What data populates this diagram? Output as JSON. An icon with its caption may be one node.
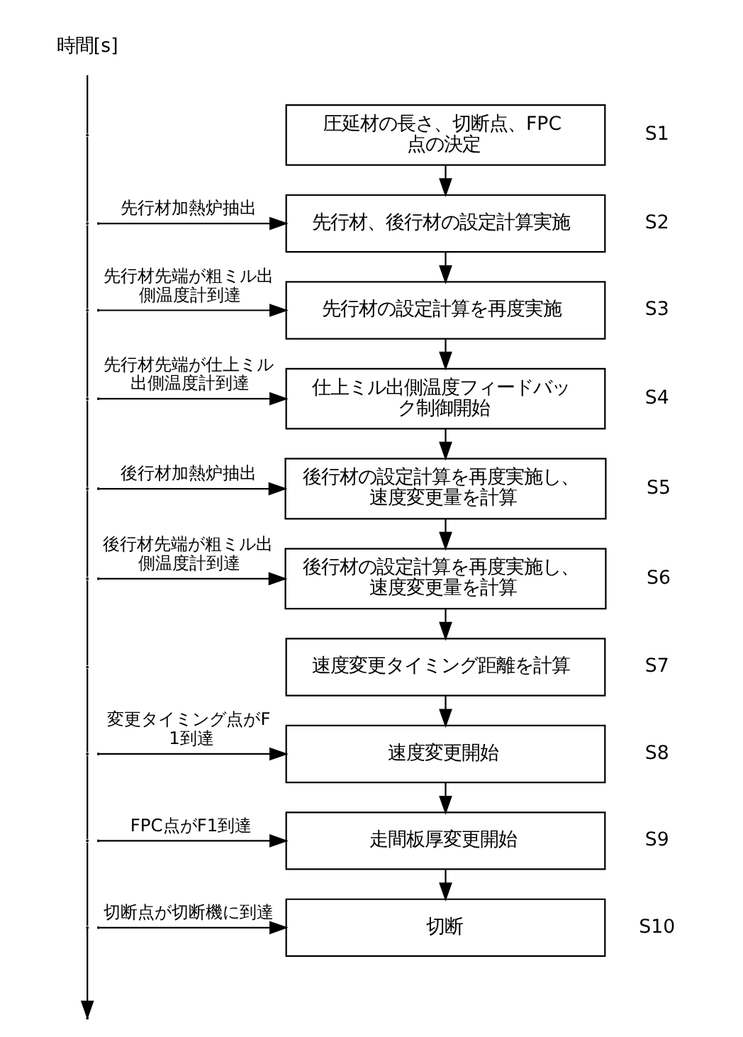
{
  "diagram": {
    "nodes": [
      {
        "text": [
          "圧延材の長さ、切断点、FPC点の決定"
        ],
        "beside": [
          "S1"
        ]
      },
      {
        "text": [
          "先行材、後行材の設定計算実施"
        ],
        "beside": [
          "S2"
        ]
      },
      {
        "text": [
          "先行材の設定計算を再度実施"
        ],
        "beside": [
          "S3"
        ]
      },
      {
        "text": [
          "仕上ミル出側温度フィードバック制御開始"
        ],
        "beside": [
          "S4"
        ]
      },
      {
        "text": [
          "後行材の設定計算を再度実施し、速度変更量を計算"
        ],
        "beside": [
          "S5"
        ]
      },
      {
        "text": [
          "後行材の設定計算を再度実施し、速度変更量を計算"
        ],
        "beside": [
          "S6"
        ]
      },
      {
        "text": [
          "速度変更タイミング距離を計算"
        ],
        "beside": [
          "S7"
        ]
      },
      {
        "text": [
          "速度変更開始"
        ],
        "beside": [
          "S8"
        ]
      },
      {
        "text": [
          "走間板厚変更開始"
        ],
        "beside": [
          "S9"
        ]
      },
      {
        "text": [
          "切断"
        ],
        "beside": [
          "S10"
        ]
      }
    ],
    "edges": [
      {
        "from": 0,
        "to": 1,
        "arrow": "to"
      },
      {
        "from": 1,
        "to": 2,
        "arrow": "to"
      },
      {
        "from": 2,
        "to": 3,
        "arrow": "to"
      },
      {
        "from": 3,
        "to": 4,
        "arrow": "to"
      },
      {
        "from": 4,
        "to": 5,
        "arrow": "to"
      },
      {
        "from": 5,
        "to": 6,
        "arrow": "to"
      },
      {
        "from": 6,
        "to": 7,
        "arrow": "to"
      },
      {
        "from": 7,
        "to": 8,
        "arrow": "to"
      },
      {
        "from": 8,
        "to": 9,
        "arrow": "to"
      },
      {
        "from": null,
        "to": 1,
        "arrow": "to",
        "label": "先行材加熱炉抽出"
      },
      {
        "from": null,
        "to": 2,
        "arrow": "to",
        "label": "先行材先端が粗ミル出側温度計到達"
      },
      {
        "from": null,
        "to": 3,
        "arrow": "to",
        "label": "先行材先端が仕上ミル出側温度計到達"
      },
      {
        "from": null,
        "to": 4,
        "arrow": "to",
        "label": "後行材加熱炉抽出"
      },
      {
        "from": null,
        "to": 5,
        "arrow": "to",
        "label": "後行材先端が粗ミル出側温度計到達"
      },
      {
        "from": null,
        "to": 7,
        "arrow": "to",
        "label": "変更タイミング点がF1到達"
      },
      {
        "from": null,
        "to": 8,
        "arrow": "to",
        "label": "FPC点がF1到達"
      },
      {
        "from": null,
        "to": 9,
        "arrow": "to",
        "label": "切断点が切断機に到達"
      }
    ],
    "labels": [
      "時間[s]"
    ]
  }
}
